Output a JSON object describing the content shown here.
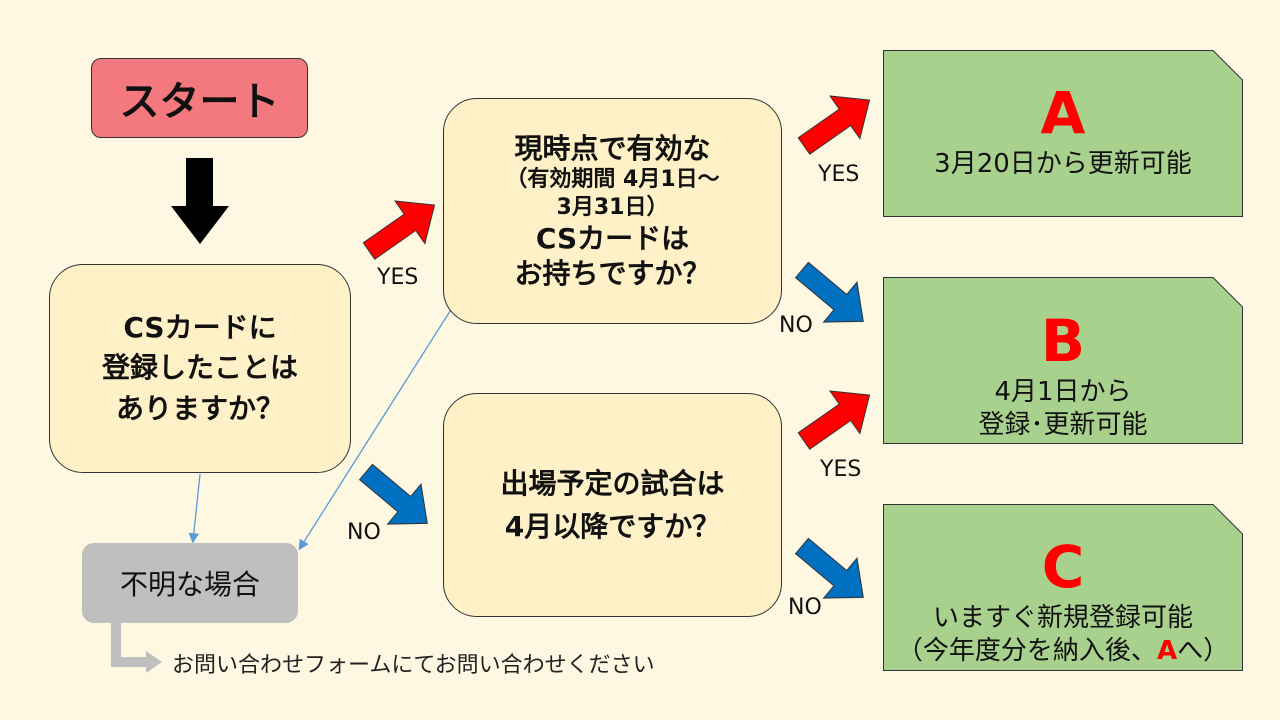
{
  "start": "スタート",
  "q1": {
    "lines": [
      "CSカードに",
      "登録したことは",
      "ありますか？"
    ]
  },
  "q2": {
    "line1": "現時点で有効な",
    "paren1": "（有効期間 4月1日～",
    "paren2": "3月31日）",
    "line3": "CSカードは",
    "line4": "お持ちですか？"
  },
  "q3": {
    "lines": [
      "出場予定の試合は",
      "4月以降ですか？"
    ]
  },
  "unknown": "不明な場合",
  "footer": "お問い合わせフォームにてお問い合わせください",
  "labels": {
    "yes1": "YES",
    "yes2": "YES",
    "yes3": "YES",
    "no1": "NO",
    "no2": "NO",
    "no3": "NO"
  },
  "results": {
    "a": {
      "letter": "A",
      "line1": "3月20日から更新可能"
    },
    "b": {
      "letter": "B",
      "line1": "4月1日から",
      "line2": "登録･更新可能"
    },
    "c": {
      "letter": "C",
      "line1": "いますぐ新規登録可能",
      "line2_pre": "（今年度分を納入後、",
      "line2_ref": "A",
      "line2_post": "へ）"
    }
  },
  "colors": {
    "background": "#fef7e2",
    "start_fill": "#f4797e",
    "question_fill": "#fff1c7",
    "result_fill": "#a9d18e",
    "unknown_fill": "#bfbfbf",
    "yes_arrow": "#ff0000",
    "no_arrow": "#0070c0",
    "connector": "#5b9bd5",
    "letter_red": "#ff0000"
  }
}
